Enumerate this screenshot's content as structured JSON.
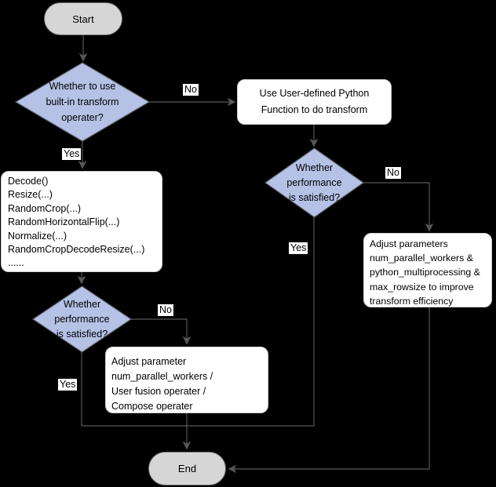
{
  "colors": {
    "background": "#000000",
    "terminal_fill": "#d6d6d6",
    "terminal_stroke": "#6f6f6f",
    "decision_fill": "#b5c2e6",
    "decision_stroke": "#565a63",
    "process_fill": "#ffffff",
    "process_stroke": "#cfcfcf",
    "edge": "#565656",
    "label_bg": "#ffffff",
    "text": "#000000"
  },
  "nodes": {
    "start": {
      "label": "Start"
    },
    "end": {
      "label": "End"
    },
    "decision_builtin": {
      "lines": [
        "Whether to use",
        "built-in transform",
        "operater?"
      ]
    },
    "udf": {
      "lines": [
        "Use User-defined Python",
        "Function to do transform"
      ]
    },
    "builtin_ops": {
      "lines": [
        "Decode()",
        "Resize(...)",
        "RandomCrop(...)",
        "RandomHorizontalFlip(...)",
        "Normalize(...)",
        "RandomCropDecodeResize(...)",
        "......"
      ]
    },
    "decision_perf_udf": {
      "lines": [
        "Whether",
        "performance",
        "is satisfied?"
      ]
    },
    "adjust_udf": {
      "lines": [
        "Adjust parameters",
        "num_parallel_workers &",
        "python_multiprocessing &",
        "max_rowsize to improve",
        "transform efficiency"
      ]
    },
    "decision_perf_builtin": {
      "lines": [
        "Whether",
        "performance",
        "is satisfied?"
      ]
    },
    "adjust_builtin": {
      "lines": [
        "Adjust parameter",
        "num_parallel_workers /",
        "User fusion operater /",
        "Compose operater"
      ]
    }
  },
  "edge_labels": {
    "no_builtin": "No",
    "yes_builtin": "Yes",
    "no_perf_udf": "No",
    "yes_perf_udf": "Yes",
    "no_perf_builtin": "No",
    "yes_perf_builtin": "Yes"
  }
}
